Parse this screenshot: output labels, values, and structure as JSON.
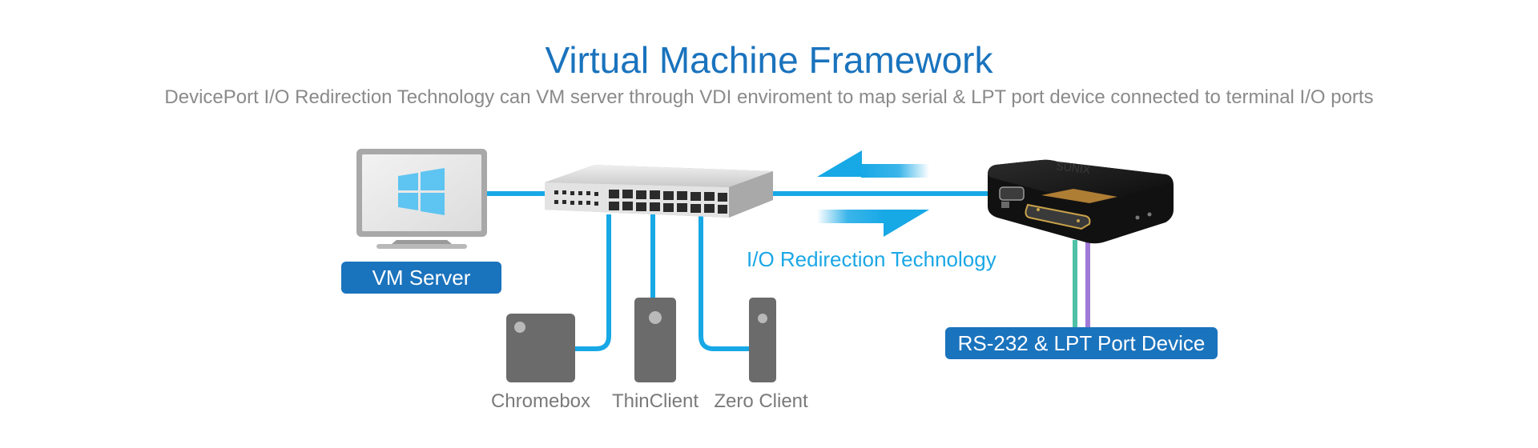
{
  "title": "Virtual Machine Framework",
  "subtitle": "DevicePort I/O Redirection Technology can VM server through VDI enviroment to map serial & LPT port device connected to terminal I/O ports",
  "nodes": {
    "vm_server": "VM Server",
    "chromebox": "Chromebox",
    "thinclient": "ThinClient",
    "zero_client": "Zero Client",
    "port_device": "RS-232 & LPT Port Device"
  },
  "io_label": "I/O Redirection Technology",
  "colors": {
    "title": "#1a73bd",
    "badge": "#1a73bd",
    "network_line": "#17a8e6",
    "serial_line": "#4fc1a6",
    "lpt_line": "#a07ad6",
    "client_gray": "#6b6b6b"
  }
}
